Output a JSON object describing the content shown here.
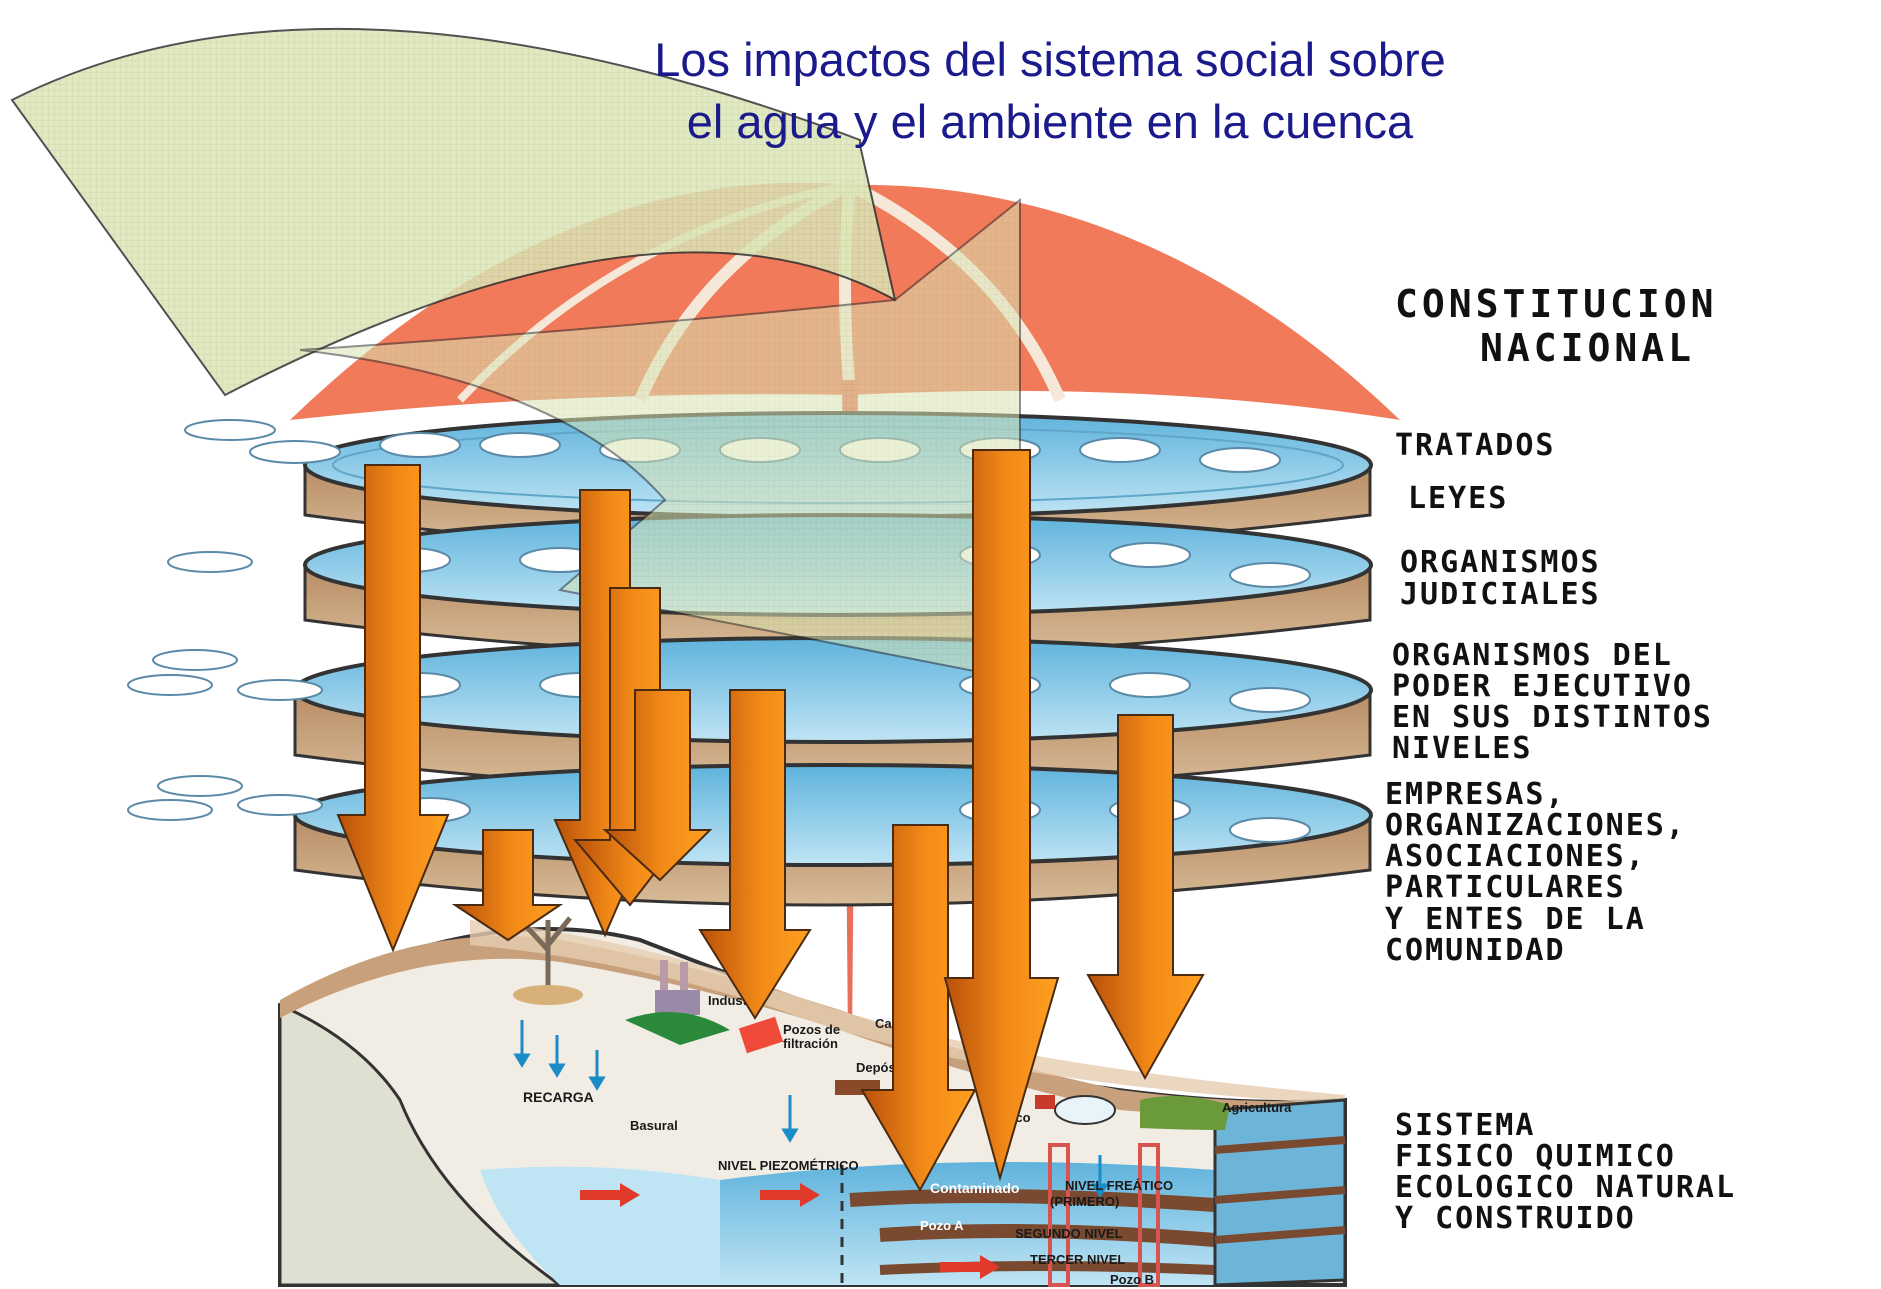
{
  "title": {
    "line1": "Los impactos del sistema social sobre",
    "line2": "el agua y el ambiente en la cuenca"
  },
  "layers": {
    "constitucion": [
      "CONSTITUCION",
      "NACIONAL"
    ],
    "tratados": "TRATADOS",
    "leyes": "LEYES",
    "judiciales": [
      "ORGANISMOS",
      "JUDICIALES"
    ],
    "ejecutivo": [
      "ORGANISMOS DEL",
      "PODER EJECUTIVO",
      "EN SUS DISTINTOS",
      "NIVELES"
    ],
    "empresas": [
      "EMPRESAS,",
      "ORGANIZACIONES,",
      "ASOCIACIONES,",
      "PARTICULARES",
      "Y ENTES DE LA",
      "COMUNIDAD"
    ],
    "sistema": [
      "SISTEMA",
      "FISICO QUIMICO",
      "ECOLOGICO NATURAL",
      "Y CONSTRUIDO"
    ]
  },
  "basin_labels": {
    "industria": "Industria",
    "pozos1": "Pozos de",
    "pozos2": "filtración",
    "deposito": "Depósito",
    "ca": "Ca",
    "recarga": "RECARGA",
    "basural": "Basural",
    "septico": "séptico",
    "agricultura": "Agricultura",
    "nivel_piezometrico": "NIVEL PIEZOMÉTRICO",
    "contaminado": "Contaminado",
    "nivel_freatico1": "NIVEL FREÁTICO",
    "nivel_freatico2": "(PRIMERO)",
    "pozo_a": "Pozo A",
    "segundo_nivel": "SEGUNDO NIVEL",
    "tercer_nivel": "TERCER NIVEL",
    "pozo_b": "Pozo B"
  },
  "colors": {
    "title": "#1a1a8c",
    "umbrella": "#f07a5a",
    "arrow_light": "#ffa020",
    "arrow_dark": "#b8500a",
    "disc_rim": "#c8a47e",
    "water": "#7fc6e6",
    "leaf": "#d9e4b4"
  }
}
